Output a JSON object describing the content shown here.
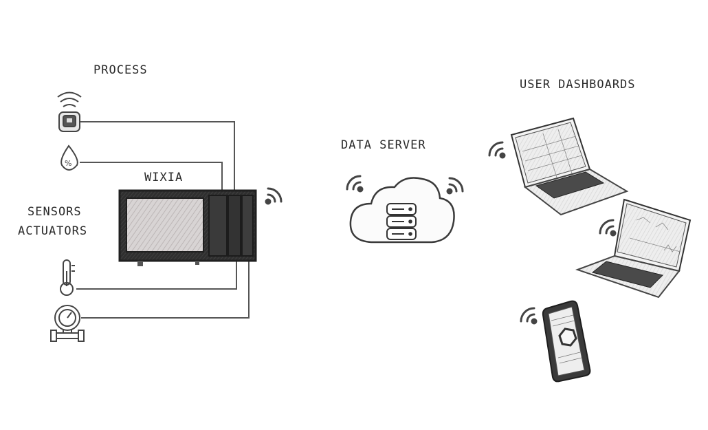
{
  "labels": {
    "process": "PROCESS",
    "wixia": "WIXIA",
    "sensors": "SENSORS",
    "actuators": "ACTUATORS",
    "data_server": "DATA SERVER",
    "user_dashboards": "USER DASHBOARDS"
  },
  "sensor_icons": [
    "wireless-sensor-icon",
    "humidity-drop-icon",
    "thermometer-icon",
    "pressure-gauge-icon"
  ],
  "dashboard_devices": [
    "laptop-1",
    "laptop-2",
    "smartphone"
  ],
  "colors": {
    "line": "#555555",
    "device_dark": "#2a2a2a",
    "screen_light": "#d6d2d2",
    "sketch": "#4a4a4a"
  }
}
